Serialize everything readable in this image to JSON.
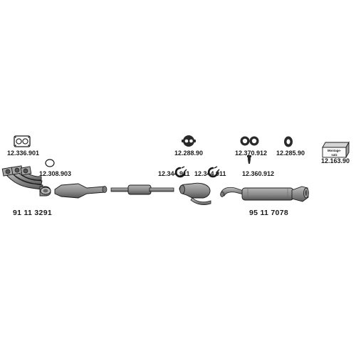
{
  "part_labels": {
    "gasket_manifold": "12.336.901",
    "ring_gasket": "12.308.903",
    "clamp_left_a": "12.344.911",
    "clamp_left_b": "12.344.911",
    "rubber_mount": "12.288.90",
    "mount_pair": "12.370.912",
    "rubber_ring": "12.285.90",
    "bolt": "12.360.912",
    "mounting_kit": "12.163.90"
  },
  "assembly_labels": {
    "front_assembly": "91 11 3291",
    "rear_assembly": "95 11 7078"
  },
  "kit_box": {
    "line1": "Montage-",
    "line2": "satz"
  },
  "colors": {
    "part_fill": "#9a9a9a",
    "part_dark": "#5e5e5e",
    "outline": "#1a1a1a",
    "label": "#1a1a1a"
  }
}
